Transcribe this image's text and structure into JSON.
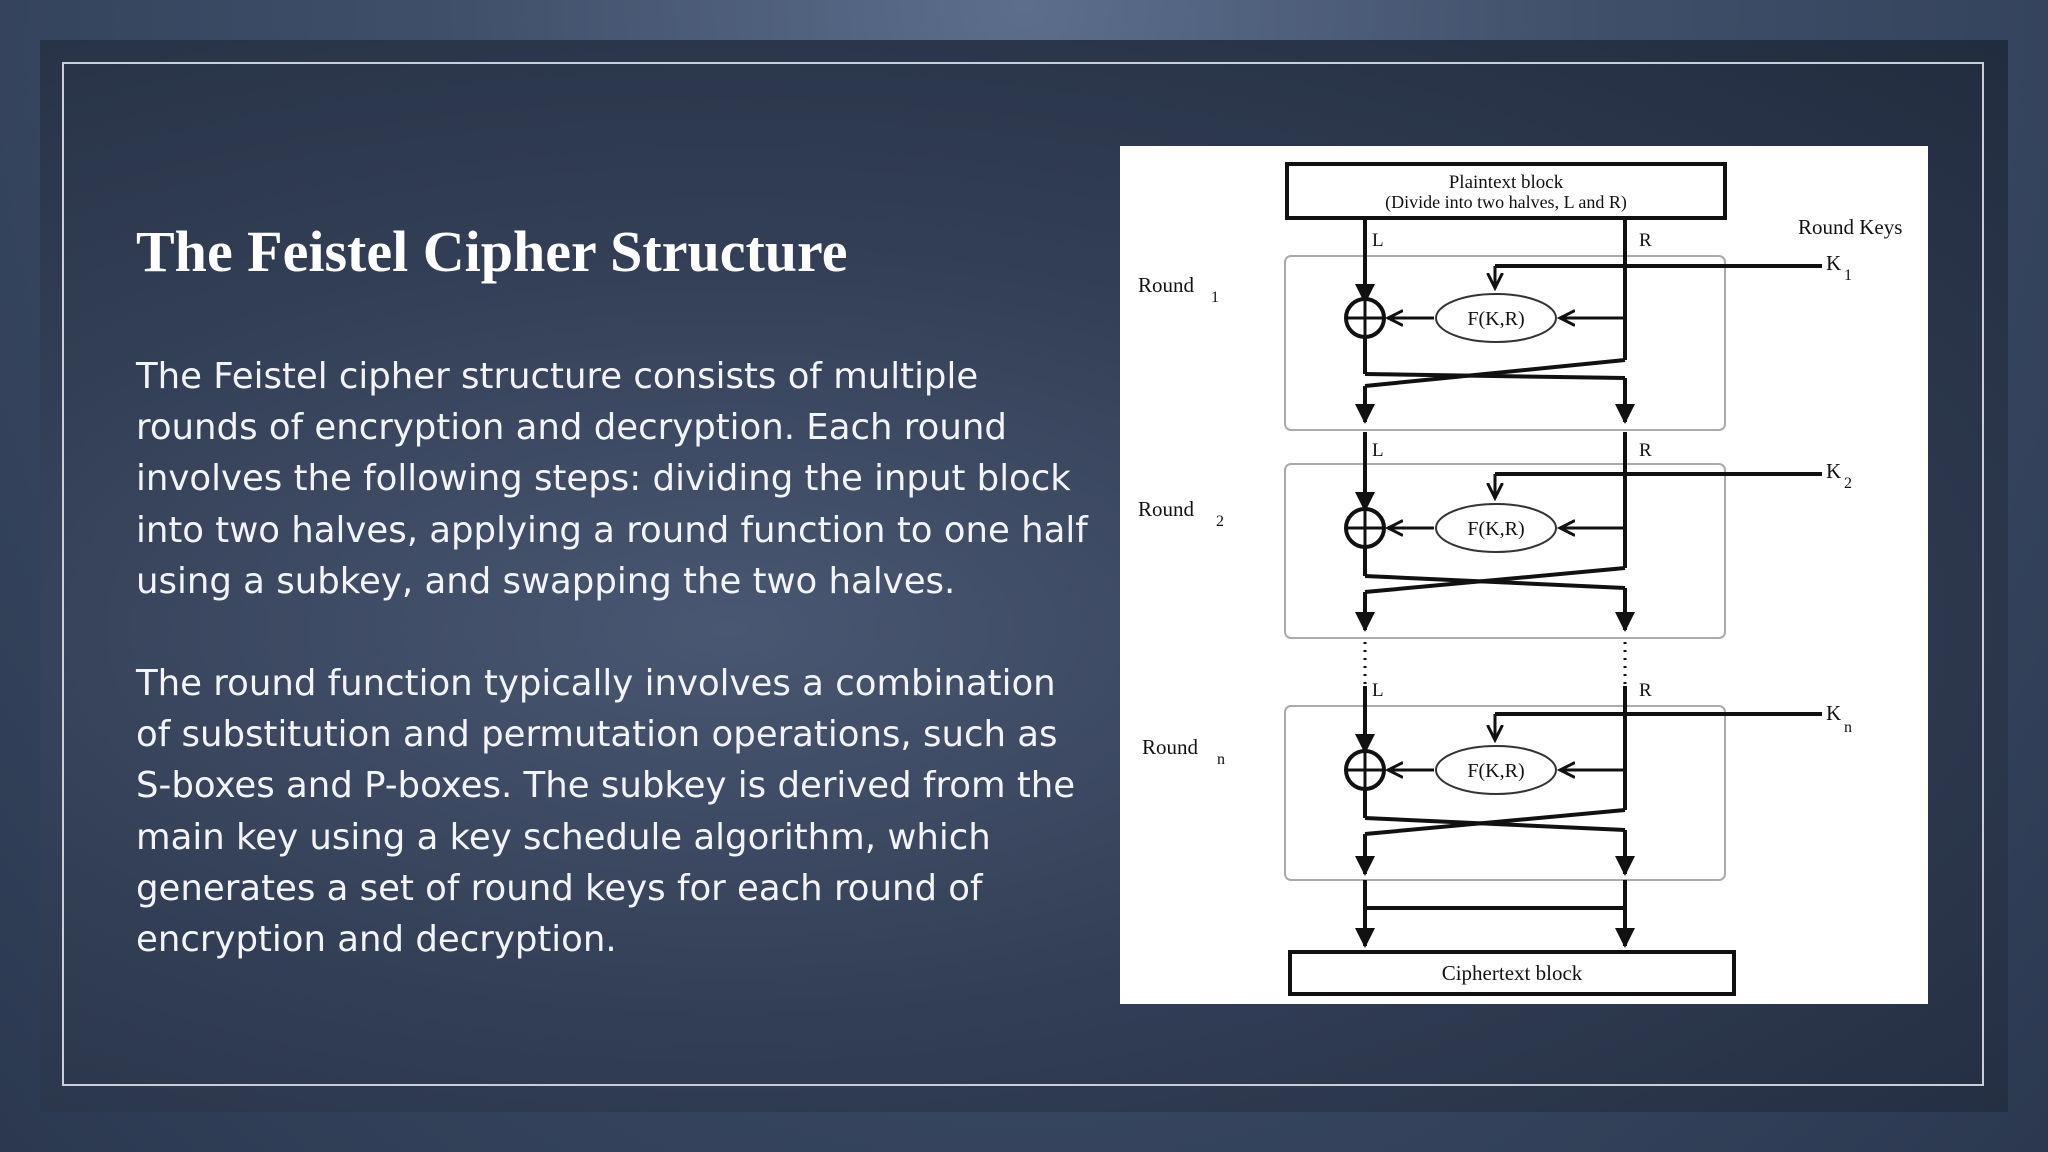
{
  "slide": {
    "title": "The Feistel Cipher Structure",
    "paragraph1": "The Feistel cipher structure consists of multiple\nrounds of encryption and decryption. Each round\ninvolves the following steps: dividing the input block\ninto two halves, applying a round function to one half\nusing a subkey, and swapping the two halves.",
    "paragraph2": "The round function typically involves a combination\nof substitution and permutation operations, such as\nS-boxes and P-boxes. The subkey is derived from the\nmain key using a key schedule algorithm, which\ngenerates a set of round keys for each round of\nencryption and decryption."
  },
  "diagram": {
    "plaintext_line1": "Plaintext block",
    "plaintext_line2": "(Divide into two halves, L and R)",
    "round_keys_label": "Round Keys",
    "left_label": "L",
    "right_label": "R",
    "function_label": "F(K,R)",
    "ciphertext_label": "Ciphertext block",
    "rounds": [
      {
        "label": "Round",
        "sub": "1",
        "key": "K",
        "key_sub": "1"
      },
      {
        "label": "Round",
        "sub": "2",
        "key": "K",
        "key_sub": "2"
      },
      {
        "label": "Round",
        "sub": "n",
        "key": "K",
        "key_sub": "n"
      }
    ]
  }
}
